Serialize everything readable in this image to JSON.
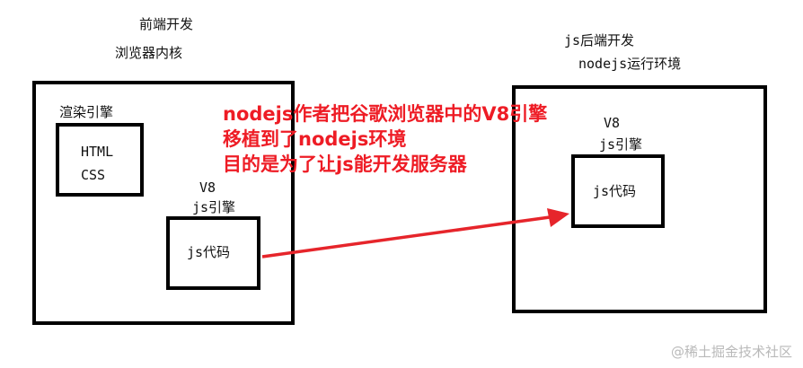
{
  "left": {
    "title_line1": "前端开发",
    "title_line2": "浏览器内核",
    "render_engine_label": "渲染引擎",
    "render_box_line1": "HTML",
    "render_box_line2": "CSS",
    "v8_label": "V8",
    "js_engine_label": "js引擎",
    "js_code_label": "js代码"
  },
  "right": {
    "title_line1": "js后端开发",
    "title_line2": "nodejs运行环境",
    "v8_label": "V8",
    "js_engine_label": "js引擎",
    "js_code_label": "js代码"
  },
  "note": {
    "line1": "nodejs作者把谷歌浏览器中的V8引擎",
    "line2": "移植到了nodejs环境",
    "line3": "目的是为了让js能开发服务器",
    "color": "#ee1c25"
  },
  "arrow_color": "#e6252b",
  "watermark": "@稀土掘金技术社区"
}
